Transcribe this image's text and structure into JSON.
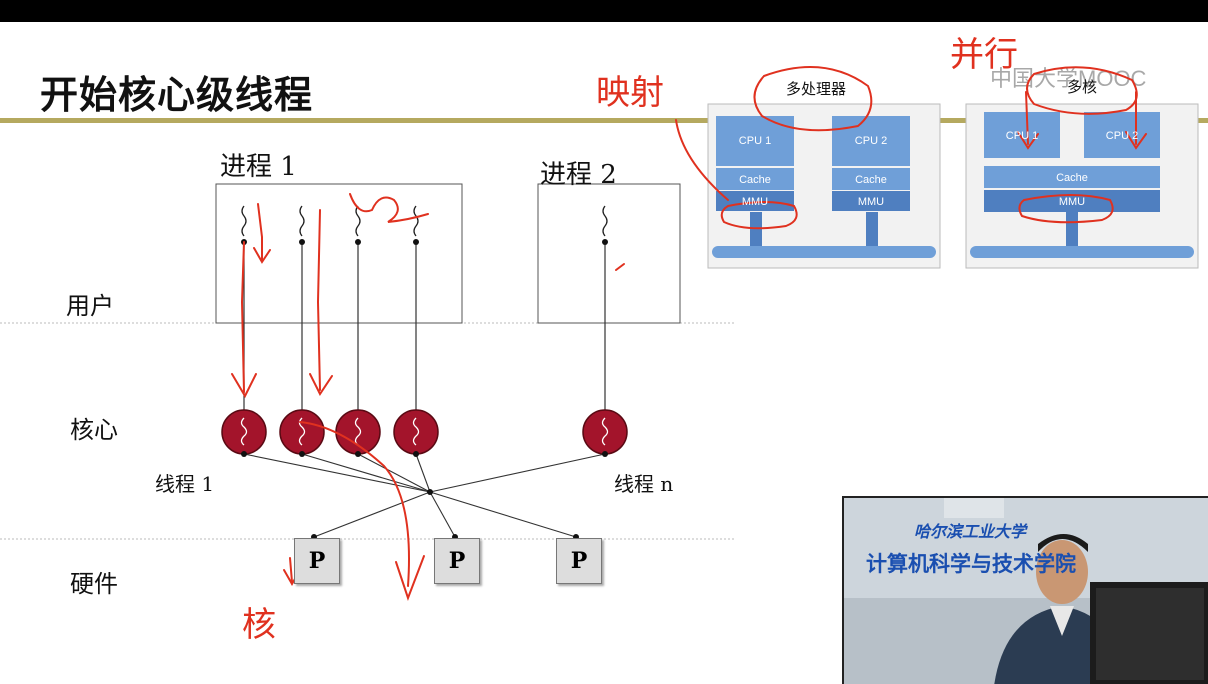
{
  "slide": {
    "title": "开始核心级线程",
    "watermark": "中国大学MOOC",
    "labels": {
      "process1": "进程 1",
      "process2": "进程 2",
      "user": "用户",
      "kernel": "核心",
      "hardware": "硬件",
      "thread1": "线程 1",
      "threadn": "线程 n",
      "processor": "P"
    },
    "multiprocessor": {
      "title": "多处理器",
      "cpu1": "CPU 1",
      "cpu2": "CPU 2",
      "cache": "Cache",
      "mmu": "MMU"
    },
    "multicore": {
      "title": "多核",
      "cpu1": "CPU 1",
      "cpu2": "CPU 2",
      "cache": "Cache",
      "mmu": "MMU"
    },
    "annotations": {
      "mapping": "映射",
      "parallel": "并行",
      "core": "核"
    }
  },
  "webcam": {
    "banner_top": "哈尔滨工业大学",
    "banner_main": "计算机科学与技术学院"
  },
  "colors": {
    "title_bar": "#b5a95f",
    "thread_circle": "#a3142b",
    "chip_blue": "#6f9fd8",
    "chip_dark": "#4f7fc0",
    "annotation_red": "#e0311f"
  }
}
